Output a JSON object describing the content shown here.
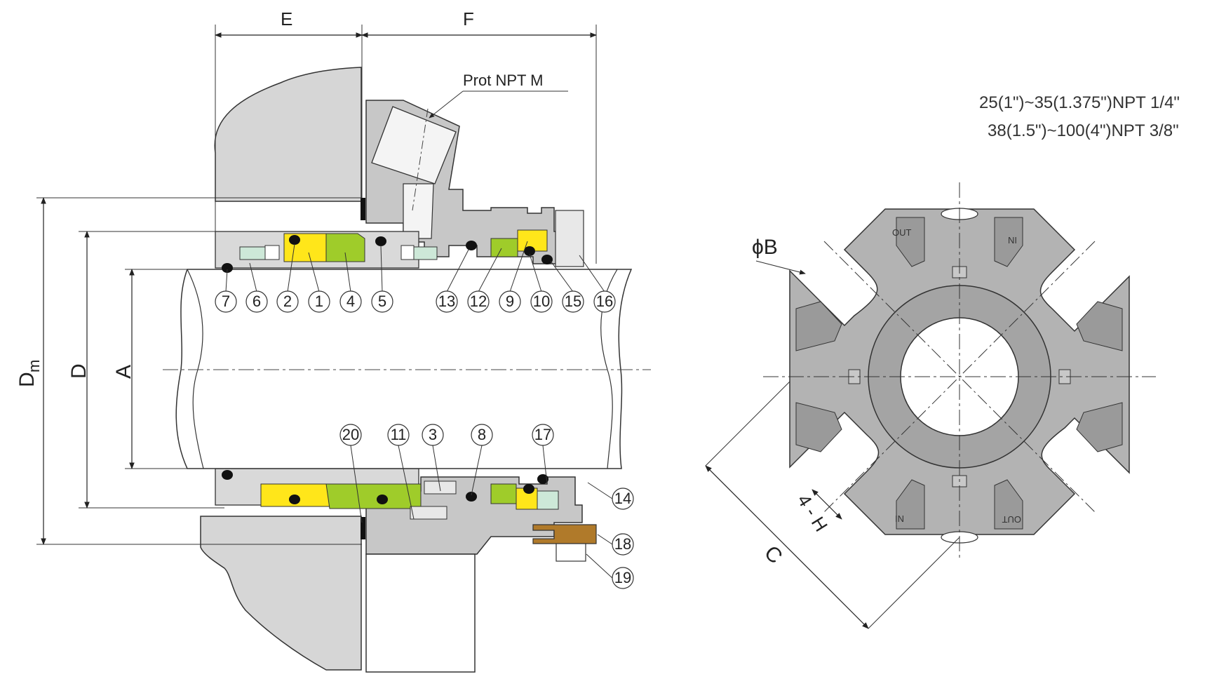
{
  "dimensions": {
    "E": "E",
    "F": "F",
    "Dm_main": "D",
    "Dm_sub": "m",
    "D": "D",
    "A": "A",
    "phiB": "ϕB",
    "C": "C",
    "fourH": "4 - H"
  },
  "port_label": "Prot NPT M",
  "notes": [
    "25(1\")~35(1.375\")NPT 1/4\"",
    "38(1.5\")~100(4\")NPT 3/8\""
  ],
  "callouts_top": [
    "7",
    "6",
    "2",
    "1",
    "4",
    "5",
    "13",
    "12",
    "9",
    "10",
    "15",
    "16"
  ],
  "callouts_bottom": [
    "20",
    "11",
    "3",
    "8",
    "17"
  ],
  "callouts_right": [
    "14",
    "18",
    "19"
  ],
  "port_marks": {
    "out_top": "OUT",
    "in_top": "IN",
    "in_bottom": "IN",
    "out_bottom": "OUT"
  },
  "colors": {
    "body_gray": "#c9c9c9",
    "shaft_white": "#ffffff",
    "flange_gray": "#d3d3d3",
    "yellow": "#ffe61a",
    "green": "#9fcc2a",
    "brown": "#b07a2a",
    "spring_green": "#cde8d8",
    "plate_gray": "#a8a8a8"
  }
}
